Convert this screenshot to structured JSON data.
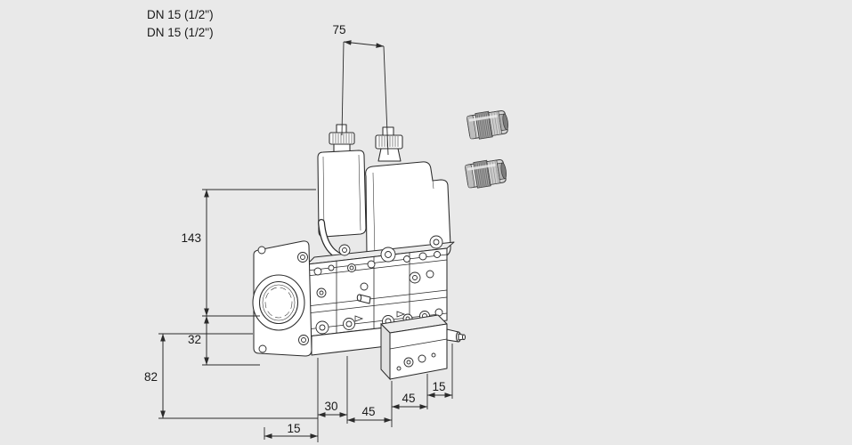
{
  "page": {
    "background_color": "#e9e9e9",
    "line_color": "#2b2b2b"
  },
  "annotations": {
    "connection_label_1": "DN 15 (1/2\")",
    "connection_label_2": "DN 15 (1/2\")"
  },
  "dimensions": {
    "actuator_spacing": "75",
    "height_upper": "143",
    "height_port": "32",
    "height_lower": "82",
    "width_30": "30",
    "width_45_left": "45",
    "width_45_right": "45",
    "width_15_right": "15",
    "width_15_bottom": "15"
  }
}
